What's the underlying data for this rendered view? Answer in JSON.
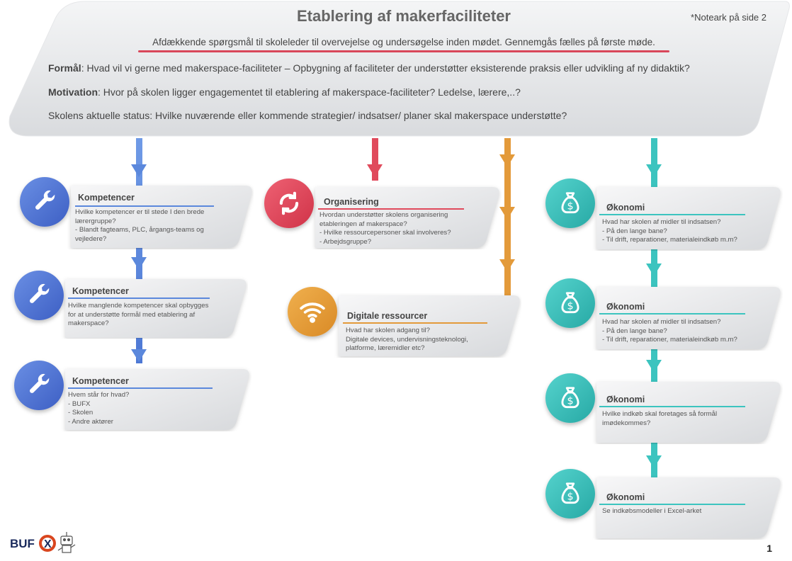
{
  "header": {
    "title": "Etablering af makerfaciliteter",
    "note": "*Noteark på side 2",
    "subtitle": "Afdækkende spørgsmål til skoleleder til overvejelse og undersøgelse inden mødet. Gennemgås fælles på første møde.",
    "formaal_label": "Formål",
    "formaal_text": ": Hvad vil vi gerne med makerspace-faciliteter – Opbygning af faciliteter der understøtter eksisterende praksis eller udvikling af ny didaktik?",
    "motivation_label": "Motivation",
    "motivation_text": ": Hvor på skolen ligger engagementet til etablering af makerspace-faciliteter? Ledelse, lærere,..?",
    "status_text": "Skolens aktuelle status: Hvilke nuværende eller kommende strategier/ indsatser/ planer skal makerspace understøtte?"
  },
  "colors": {
    "blue": "#4f7fd9",
    "red": "#e04a5c",
    "orange": "#e39a3a",
    "teal": "#3cc4bf"
  },
  "cards": {
    "komp1": {
      "title": "Kompetencer",
      "icon": "wrench-icon",
      "lines": [
        "Hvilke kompetencer er til stede I den brede",
        "lærergruppe?",
        "- Blandt fagteams, PLC, årgangs-teams og",
        "vejledere?"
      ]
    },
    "komp2": {
      "title": "Kompetencer",
      "icon": "wrench-icon",
      "lines": [
        "Hvilke manglende kompetencer skal opbygges",
        "for at understøtte formål med etablering af",
        "makerspace?"
      ]
    },
    "komp3": {
      "title": "Kompetencer",
      "icon": "wrench-icon",
      "lines": [
        "Hvem står for hvad?",
        "- BUFX",
        "- Skolen",
        "- Andre aktører"
      ]
    },
    "org": {
      "title": "Organisering",
      "icon": "refresh-icon",
      "lines": [
        "Hvordan understøtter skolens organisering",
        "etableringen af makerspace?",
        "- Hvilke ressourcepersoner skal involveres?",
        "- Arbejdsgruppe?"
      ]
    },
    "dig": {
      "title": "Digitale ressourcer",
      "icon": "wifi-icon",
      "lines": [
        "Hvad har skolen adgang til?",
        "Digitale devices, undervisningsteknologi,",
        "platforme, læremidler etc?"
      ]
    },
    "oko1": {
      "title": "Økonomi",
      "icon": "money-bag-icon",
      "lines": [
        "Hvad har skolen af midler til indsatsen?",
        "- På den lange bane?",
        "- Til drift, reparationer, materialeindkøb m.m?"
      ]
    },
    "oko2": {
      "title": "Økonomi",
      "icon": "money-bag-icon",
      "lines": [
        "Hvad har skolen af midler til indsatsen?",
        "- På den lange bane?",
        "- Til drift, reparationer, materialeindkøb m.m?"
      ]
    },
    "oko3": {
      "title": "Økonomi",
      "icon": "money-bag-icon",
      "lines": [
        "Hvilke indkøb skal foretages så formål",
        "imødekommes?"
      ]
    },
    "oko4": {
      "title": "Økonomi",
      "icon": "money-bag-icon",
      "lines": [
        "Se indkøbsmodeller i Excel-arket"
      ]
    }
  },
  "footer": {
    "logo_text": "BUF",
    "logo_x": "X",
    "page_number": "1"
  }
}
